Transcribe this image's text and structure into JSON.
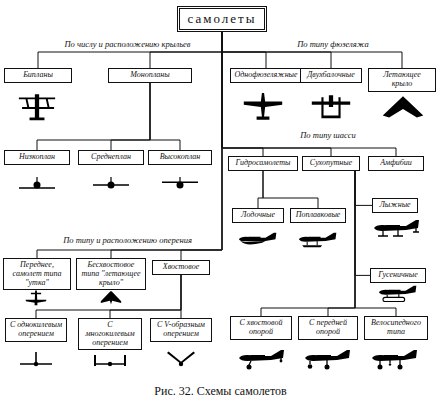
{
  "diagram": {
    "caption": "Рис. 32. Схемы самолетов",
    "nodes": [
      {
        "text": [
          "самолеты"
        ]
      },
      {
        "text": [
          "Бипланы"
        ]
      },
      {
        "text": [
          "Монопланы"
        ]
      },
      {
        "text": [
          "Однофюзеляжные"
        ]
      },
      {
        "text": [
          "Двухбалочные"
        ]
      },
      {
        "text": [
          "Летающее крыло"
        ]
      },
      {
        "text": [
          "Низкоплан"
        ]
      },
      {
        "text": [
          "Среднеплан"
        ]
      },
      {
        "text": [
          "Высокоплан"
        ]
      },
      {
        "text": [
          "Гидросамолеты"
        ]
      },
      {
        "text": [
          "Сухопутные"
        ]
      },
      {
        "text": [
          "Амфибии"
        ]
      },
      {
        "text": [
          "Лодочные"
        ]
      },
      {
        "text": [
          "Поплавковые"
        ]
      },
      {
        "text": [
          "Лыжные"
        ]
      },
      {
        "text": [
          "Гусеничные"
        ]
      },
      {
        "text": [
          "Переднее, самолет типа \"утка\""
        ]
      },
      {
        "text": [
          "Бесхвостовое типа \"летающее крыло\""
        ]
      },
      {
        "text": [
          "Хвостовое"
        ]
      },
      {
        "text": [
          "С однокилевым оперением"
        ]
      },
      {
        "text": [
          "С многокилевым оперением"
        ]
      },
      {
        "text": [
          "С V-образным оперением"
        ]
      },
      {
        "text": [
          "С хвостовой опорой"
        ]
      },
      {
        "text": [
          "С передней опорой"
        ]
      },
      {
        "text": [
          "Велосипедного типа"
        ]
      }
    ],
    "edges": [
      {
        "from": 0,
        "to": 1,
        "arrow": "none"
      },
      {
        "from": 0,
        "to": 2,
        "arrow": "none"
      },
      {
        "from": 0,
        "to": 3,
        "arrow": "none"
      },
      {
        "from": 0,
        "to": 4,
        "arrow": "none"
      },
      {
        "from": 0,
        "to": 5,
        "arrow": "none"
      },
      {
        "from": 2,
        "to": 6,
        "arrow": "none"
      },
      {
        "from": 2,
        "to": 7,
        "arrow": "none"
      },
      {
        "from": 2,
        "to": 8,
        "arrow": "none"
      },
      {
        "from": 0,
        "to": 9,
        "arrow": "none"
      },
      {
        "from": 0,
        "to": 10,
        "arrow": "none"
      },
      {
        "from": 0,
        "to": 11,
        "arrow": "none"
      },
      {
        "from": 9,
        "to": 12,
        "arrow": "none"
      },
      {
        "from": 9,
        "to": 13,
        "arrow": "none"
      },
      {
        "from": 10,
        "to": 14,
        "arrow": "none"
      },
      {
        "from": 10,
        "to": 15,
        "arrow": "none"
      },
      {
        "from": 0,
        "to": 16,
        "arrow": "none"
      },
      {
        "from": 0,
        "to": 17,
        "arrow": "none"
      },
      {
        "from": 0,
        "to": 18,
        "arrow": "none"
      },
      {
        "from": 18,
        "to": 19,
        "arrow": "none"
      },
      {
        "from": 18,
        "to": 20,
        "arrow": "none"
      },
      {
        "from": 18,
        "to": 21,
        "arrow": "none"
      },
      {
        "from": 10,
        "to": 22,
        "arrow": "none"
      },
      {
        "from": 10,
        "to": 23,
        "arrow": "none"
      },
      {
        "from": 10,
        "to": 24,
        "arrow": "none"
      }
    ],
    "labels": [
      "По числу и расположению крыльев",
      "По типу фюзеляжа",
      "По типу шасси",
      "По типу и расположению оперения"
    ]
  }
}
